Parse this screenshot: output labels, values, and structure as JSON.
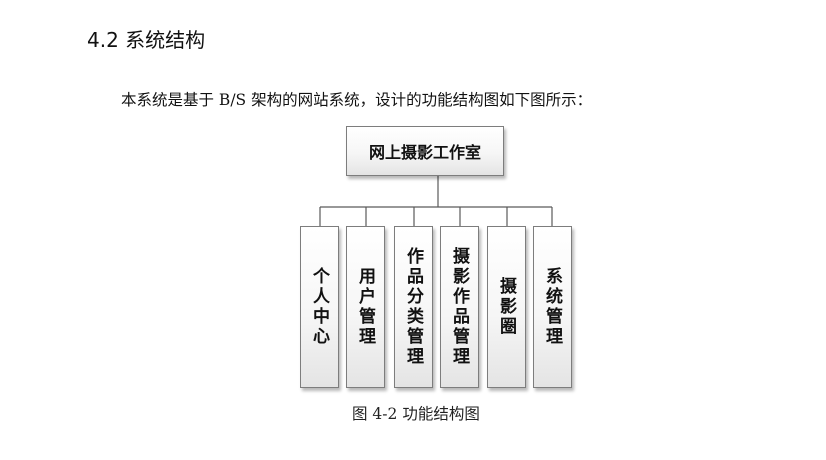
{
  "section": {
    "heading": "4.2 系统结构",
    "intro": "本系统是基于 B/S 架构的网站系统，设计的功能结构图如下图所示："
  },
  "diagram": {
    "root": "网上摄影工作室",
    "children": [
      "个人中心",
      "用户管理",
      "作品分类管理",
      "摄影作品管理",
      "摄影圈",
      "系统管理"
    ],
    "caption": "图 4-2 功能结构图"
  }
}
